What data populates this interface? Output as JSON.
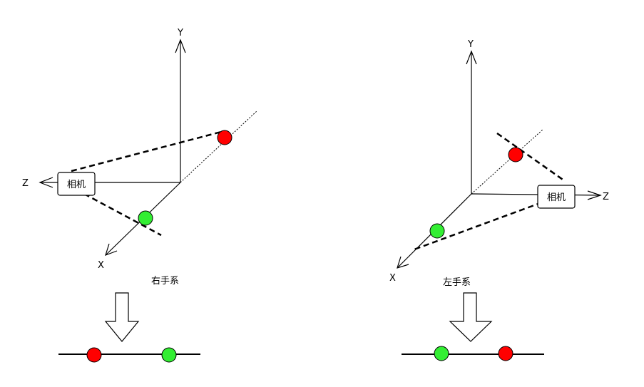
{
  "left_diagram": {
    "axis_x": "X",
    "axis_y": "Y",
    "axis_z": "Z",
    "camera": "相机",
    "caption": "右手系"
  },
  "right_diagram": {
    "axis_x": "X",
    "axis_y": "Y",
    "axis_z": "Z",
    "camera": "相机",
    "caption": "左手系"
  },
  "colors": {
    "red_point": "#ff0000",
    "green_point": "#33ee33",
    "line": "#000000",
    "background": "#ffffff"
  },
  "point_order": {
    "left": [
      "red",
      "green"
    ],
    "right": [
      "green",
      "red"
    ]
  }
}
